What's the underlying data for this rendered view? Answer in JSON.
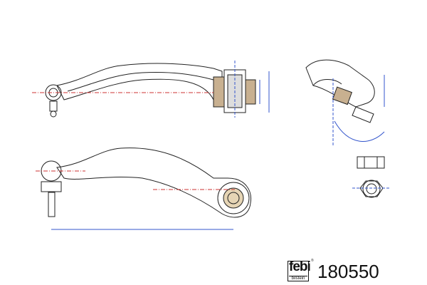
{
  "brand": {
    "logo_main": "febi",
    "logo_sub": "bilstein",
    "registered": "®"
  },
  "part_number": "180550"
}
